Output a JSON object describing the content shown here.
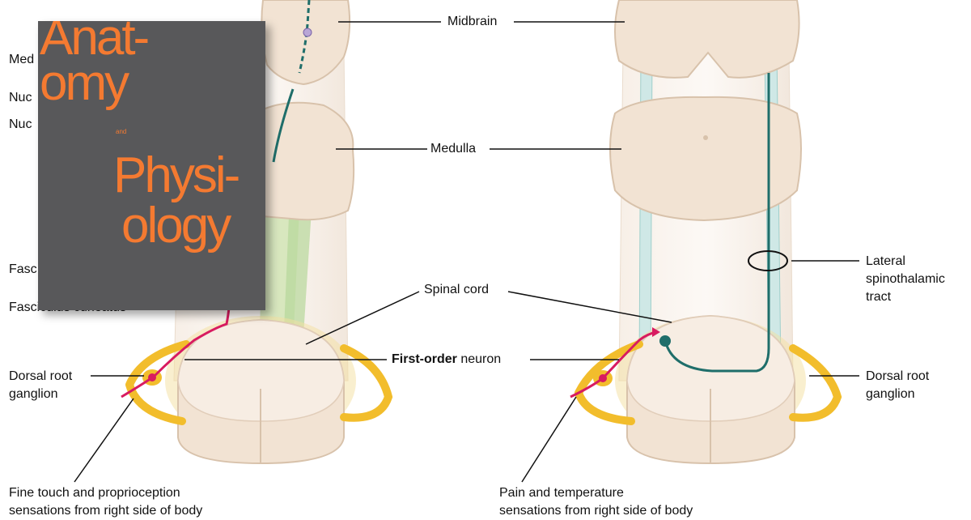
{
  "labels": {
    "midbrain": "Midbrain",
    "medulla": "Medulla",
    "spinal_cord": "Spinal cord",
    "first_order_bold": "First-order",
    "first_order_rest": " neuron",
    "lateral_line1": "Lateral",
    "lateral_line2": "spinothalamic",
    "lateral_line3": "tract",
    "drg_left_line1": "Dorsal root",
    "drg_left_line2": "ganglion",
    "drg_right_line1": "Dorsal root",
    "drg_right_line2": "ganglion",
    "partial_med": "Med",
    "partial_nuc1": "Nuc",
    "partial_nuc2": "Nuc",
    "partial_fasc1": "Fasc",
    "partial_fasc2": "Fasciculus cuneatus",
    "left_caption_line1": "Fine touch and proprioception",
    "left_caption_line2": "sensations from right side of body",
    "right_caption_line1": "Pain and temperature",
    "right_caption_line2": "sensations from right side of body"
  },
  "book": {
    "title_line1": "Anat-",
    "title_line2": "omy",
    "conjunction": "and",
    "title_line3": "Physi-",
    "title_line4": "ology"
  },
  "colors": {
    "tissue": "#f2e3d3",
    "tissue_edge": "#d8c2ab",
    "ganglion": "#f2bd2c",
    "afferent": "#d81b60",
    "tract": "#1f6e6a",
    "column": "#bfe0d6",
    "book_bg": "#58585a",
    "book_text": "#f47a31"
  }
}
